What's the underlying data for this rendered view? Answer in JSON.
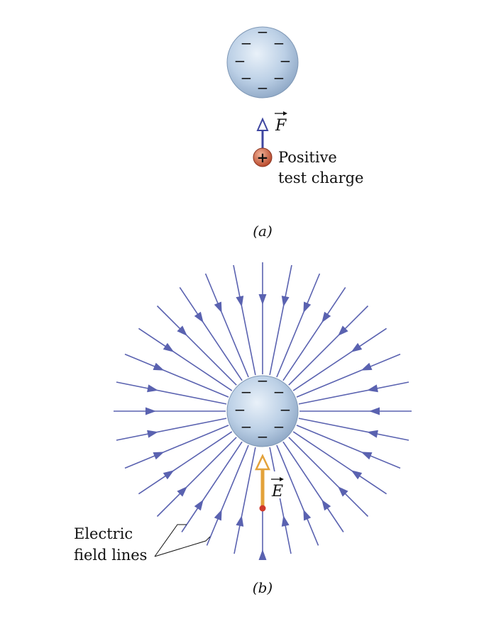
{
  "panel_a": {
    "force_symbol": "F",
    "test_charge_sign": "+",
    "test_charge_label_line1": "Positive",
    "test_charge_label_line2": "test charge",
    "caption": "(a)"
  },
  "panel_b": {
    "field_symbol": "E",
    "field_lines_label_line1": "Electric",
    "field_lines_label_line2": "field lines",
    "caption": "(b)"
  },
  "sphere_charge_sign": "−",
  "colors": {
    "sphere_fill": "#b8cde3",
    "field_line": "#5a62b0",
    "force_arrow": "#3e46a0",
    "field_vector": "#e3a23a",
    "test_charge": "#c8573a"
  }
}
